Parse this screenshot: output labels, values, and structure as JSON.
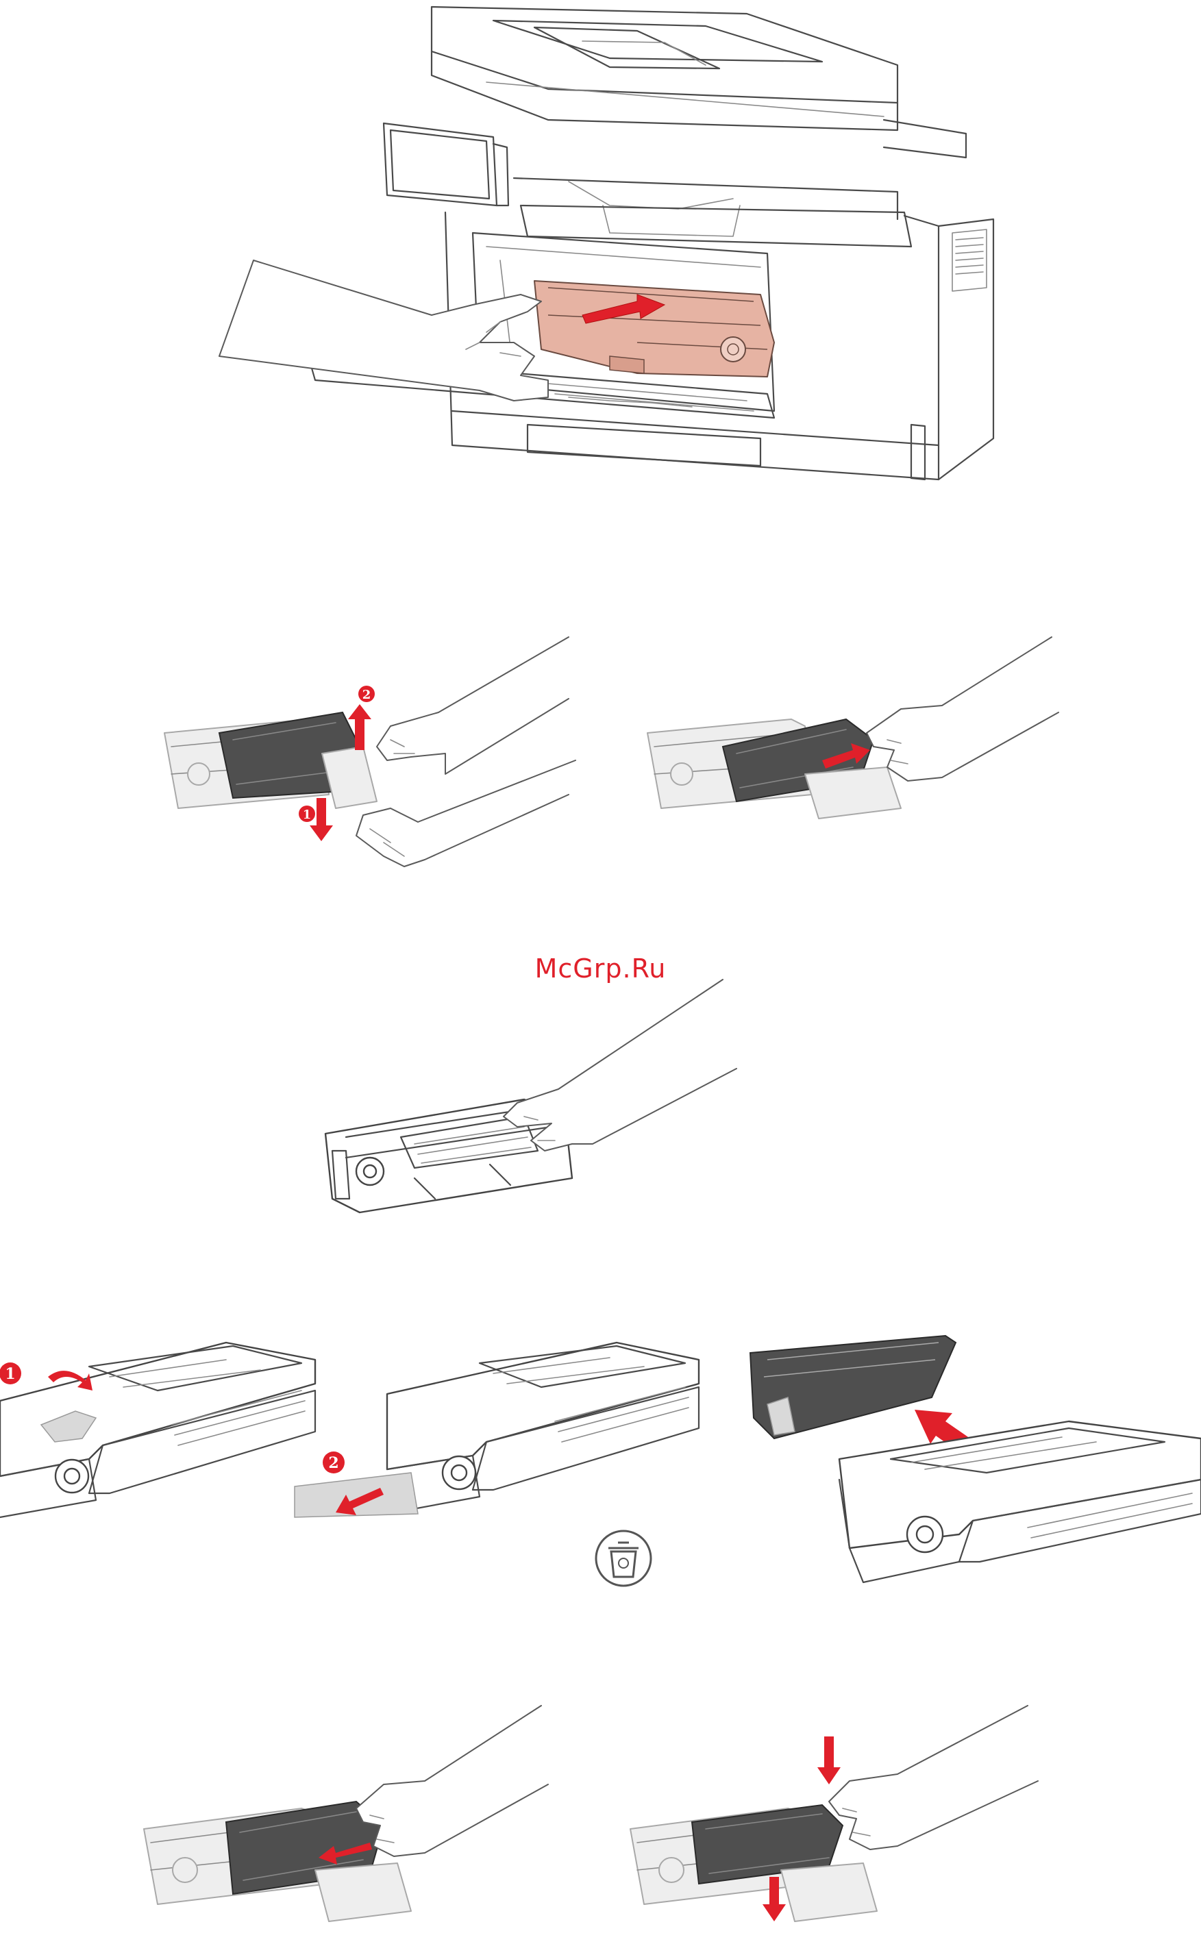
{
  "watermark": {
    "text": "McGrp.Ru",
    "color": "#e0202a"
  },
  "colors": {
    "accent_red": "#e0202a",
    "cartridge_tint": "#e6b3a3",
    "line": "#4a4a4a"
  },
  "figures": [
    {
      "id": "remove-cartridge-from-printer",
      "icon": "printer-icon"
    },
    {
      "id": "press-lever-lift-toner",
      "markers": [
        "1",
        "2"
      ]
    },
    {
      "id": "pull-out-toner"
    },
    {
      "id": "hold-drum-unit"
    },
    {
      "id": "remove-protective-tape",
      "markers": [
        "1",
        "2"
      ],
      "icon": "recycle-bin-icon"
    },
    {
      "id": "insert-toner-into-drum"
    },
    {
      "id": "press-toner-down"
    }
  ]
}
